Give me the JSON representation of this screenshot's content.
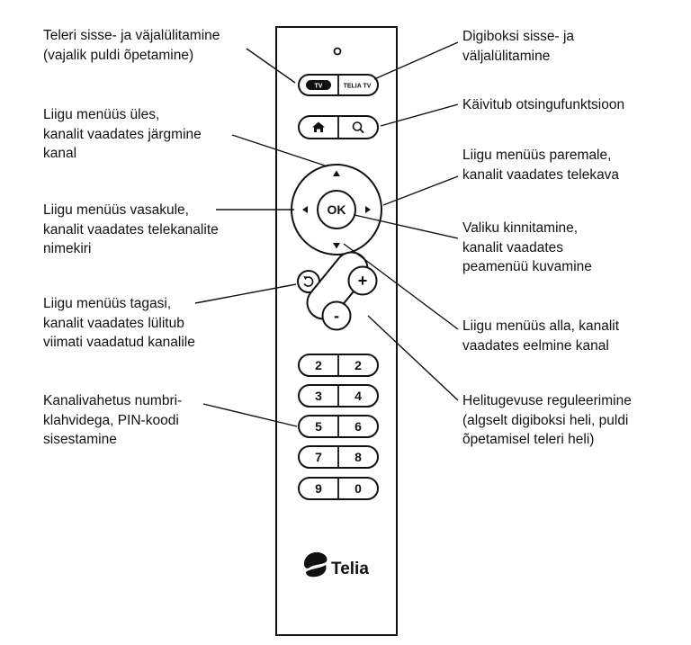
{
  "callouts": {
    "tv_power": [
      "Teleri sisse- ja väjalülitamine",
      "(vajalik puldi õpetamine)"
    ],
    "box_power": [
      "Digiboksi sisse- ja",
      "väljalülitamine"
    ],
    "up": [
      "Liigu menüüs üles,",
      "kanalit vaadates järgmine",
      "kanal"
    ],
    "search": [
      "Käivitub otsingufunktsioon"
    ],
    "right": [
      "Liigu menüüs paremale,",
      "kanalit vaadates telekava"
    ],
    "left": [
      "Liigu menüüs vasakule,",
      "kanalit vaadates telekanalite",
      "nimekiri"
    ],
    "ok": [
      "Valiku kinnitamine,",
      "kanalit vaadates",
      "peamenüü kuvamine"
    ],
    "back": [
      "Liigu menüüs tagasi,",
      "kanalit vaadates lülitub",
      "viimati vaadatud kanalile"
    ],
    "down": [
      "Liigu menüüs alla, kanalit",
      "vaadates eelmine kanal"
    ],
    "numbers": [
      "Kanalivahetus numbri-",
      "klahvidega, PIN-koodi",
      "sisestamine"
    ],
    "volume": [
      "Helitugevuse reguleerimine",
      "(algselt digiboksi heli, puldi",
      "õpetamisel teleri heli)"
    ]
  },
  "remote": {
    "tv_button": "TV",
    "telia_tv_button": "TELIA TV",
    "ok_button": "OK",
    "volume_up": "+",
    "volume_down": "-",
    "numpad": [
      [
        "2",
        "2"
      ],
      [
        "3",
        "4"
      ],
      [
        "5",
        "6"
      ],
      [
        "7",
        "8"
      ],
      [
        "9",
        "0"
      ]
    ],
    "brand": "Telia",
    "icons": [
      "home-icon",
      "search-icon",
      "back-icon",
      "telia-logo-icon",
      "arrow-up-icon",
      "arrow-down-icon",
      "arrow-left-icon",
      "arrow-right-icon",
      "indicator-light-icon"
    ]
  }
}
